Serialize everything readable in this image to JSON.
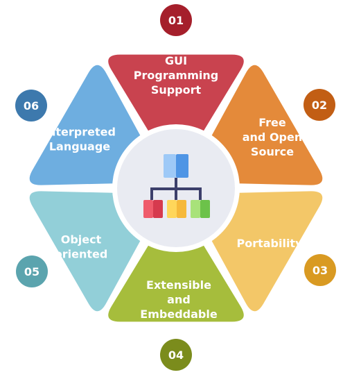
{
  "segments": [
    {
      "number": "01",
      "lines": [
        "GUI",
        "Programming",
        "Support"
      ],
      "color": "#c9434f",
      "badge": "#a51f2b"
    },
    {
      "number": "02",
      "lines": [
        "Free",
        "and Open",
        "Source"
      ],
      "color": "#e48a3a",
      "badge": "#c25e14"
    },
    {
      "number": "03",
      "lines": [
        "Portability"
      ],
      "color": "#f3c768",
      "badge": "#d99a22"
    },
    {
      "number": "04",
      "lines": [
        "Extensible",
        "and",
        "Embeddable"
      ],
      "color": "#a6bd3c",
      "badge": "#7b8c1c"
    },
    {
      "number": "05",
      "lines": [
        "Object",
        "oriented"
      ],
      "color": "#92cfd8",
      "badge": "#5ba4ae"
    },
    {
      "number": "06",
      "lines": [
        "Interpreted",
        "Language"
      ],
      "color": "#6eaee0",
      "badge": "#3d79ad"
    }
  ],
  "center_icon": "hierarchy-network-icon",
  "icon_colors": {
    "top_left": "#9ec9f7",
    "top_right": "#4f95e5",
    "red": "#ef5b6b",
    "red_dark": "#d63a4e",
    "yellow": "#ffd65a",
    "yellow_dark": "#f6b93b",
    "green": "#a8e27a",
    "green_dark": "#6cc24a",
    "line": "#3c3f6b"
  }
}
